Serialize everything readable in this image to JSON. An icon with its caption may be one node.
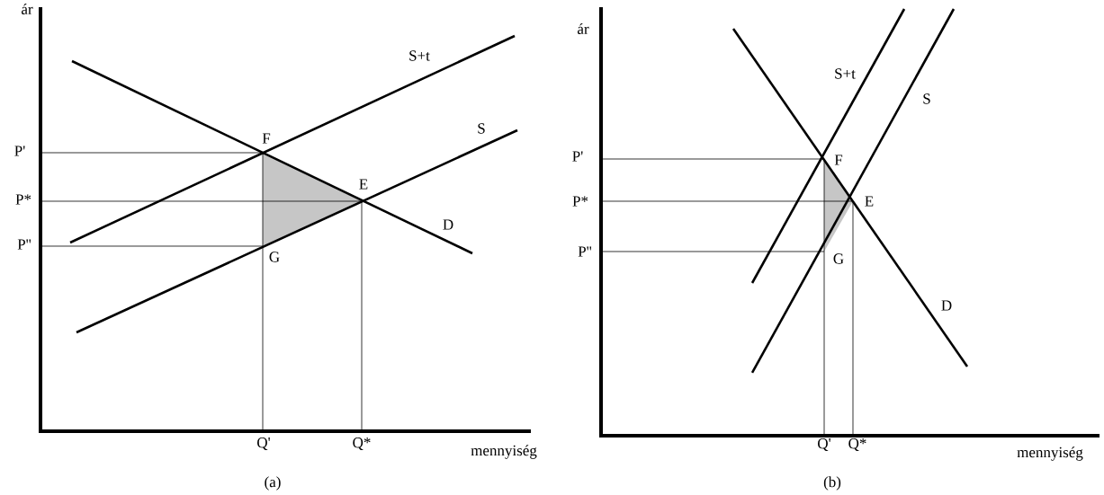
{
  "diagram": {
    "labels": [
      "ár",
      "S+t",
      "S",
      "P'",
      "F",
      "P*",
      "E",
      "D",
      "P''",
      "G",
      "Q'",
      "Q*",
      "mennyiség",
      "(a)",
      "ár",
      "S+t",
      "S",
      "P'",
      "F",
      "P*",
      "E",
      "D",
      "P''",
      "G",
      "Q'",
      "Q*",
      "mennyiség",
      "(b)"
    ]
  }
}
